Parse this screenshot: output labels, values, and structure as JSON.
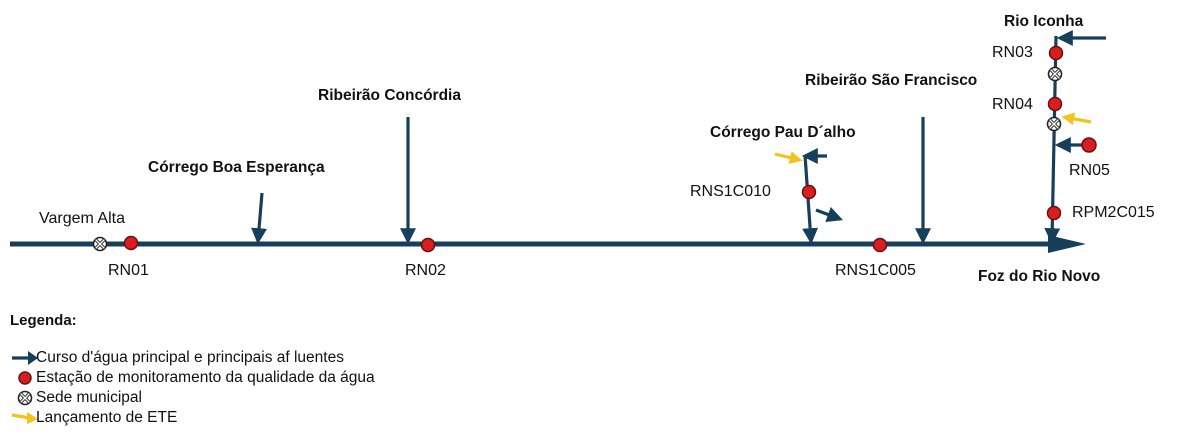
{
  "colors": {
    "river": "#163f5c",
    "station_fill": "#d81e1e",
    "station_stroke": "#6b0e0e",
    "discharge": "#f4c21a",
    "municipal_stroke": "#222222",
    "text": "#111111"
  },
  "rivers": {
    "main_outlet": "Foz do Rio Novo",
    "boa_esperanca": "Córrego Boa Esperança",
    "concordia": "Ribeirão Concórdia",
    "pau_dalho": "Córrego Pau D´alho",
    "sao_francisco": "Ribeirão São Francisco",
    "iconha": "Rio Iconha"
  },
  "towns": {
    "vargem_alta": "Vargem Alta"
  },
  "stations": {
    "rn01": "RN01",
    "rn02": "RN02",
    "rns1c005": "RNS1C005",
    "rns1c010": "RNS1C010",
    "rn03": "RN03",
    "rn04": "RN04",
    "rn05": "RN05",
    "rpm2c015": "RPM2C015"
  },
  "legend": {
    "title": "Legenda:",
    "items": [
      {
        "symbol": "river-arrow",
        "label": "Curso d'água principal e principais af luentes"
      },
      {
        "symbol": "station-dot",
        "label": "Estação de monitoramento da qualidade da água"
      },
      {
        "symbol": "municipal-seat",
        "label": "Sede municipal"
      },
      {
        "symbol": "ete-discharge-arrow",
        "label": "Lançamento de ETE"
      }
    ]
  }
}
